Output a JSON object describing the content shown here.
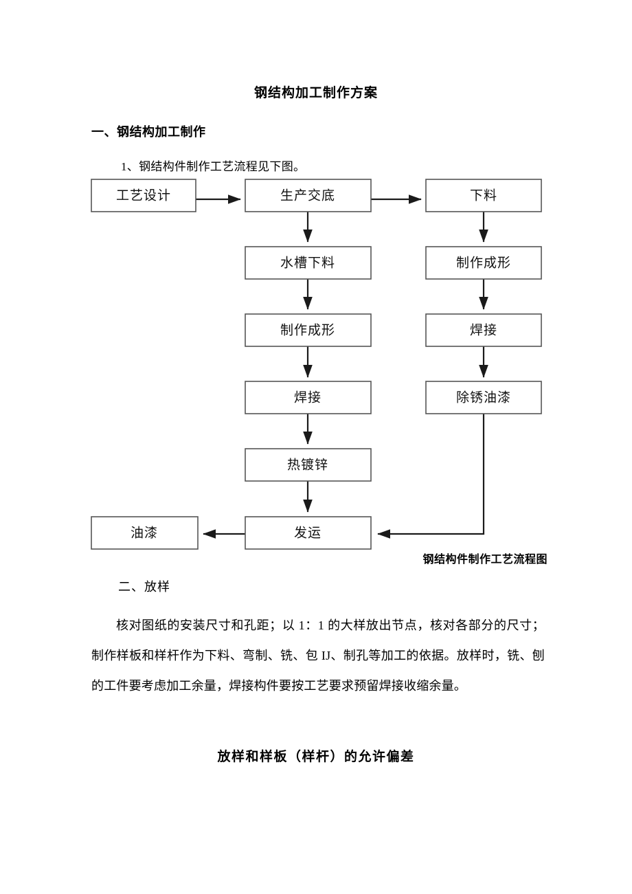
{
  "document": {
    "title": "钢结构加工制作方案",
    "section_one_heading": "一、钢结构加工制作",
    "section_one_sub": "1、钢结构件制作工艺流程见下图。",
    "flow_caption": "钢结构件制作工艺流程图",
    "section_two_heading": "二、放样",
    "section_two_paragraph": "核对图纸的安装尺寸和孔距；以 1：1 的大样放出节点，核对各部分的尺寸；制作样板和样杆作为下料、弯制、铣、包 IJ、制孔等加工的依据。放样时，铣、刨的工件要考虑加工余量，焊接构件要按工艺要求预留焊接收缩余量。",
    "bottom_heading": "放样和样板（样杆）的允许偏差"
  },
  "flowchart": {
    "nodes": [
      {
        "id": "n1",
        "label": "工艺设计"
      },
      {
        "id": "n2",
        "label": "生产交底"
      },
      {
        "id": "n3",
        "label": "下料"
      },
      {
        "id": "n4",
        "label": "水槽下料"
      },
      {
        "id": "n5",
        "label": "制作成形"
      },
      {
        "id": "n6",
        "label": "制作成形"
      },
      {
        "id": "n7",
        "label": "焊接"
      },
      {
        "id": "n8",
        "label": "焊接"
      },
      {
        "id": "n9",
        "label": "除锈油漆"
      },
      {
        "id": "n10",
        "label": "热镀锌"
      },
      {
        "id": "n11",
        "label": "发运"
      },
      {
        "id": "n12",
        "label": "油漆"
      }
    ],
    "edges": [
      {
        "from": "n1",
        "to": "n2"
      },
      {
        "from": "n2",
        "to": "n3"
      },
      {
        "from": "n2",
        "to": "n4"
      },
      {
        "from": "n3",
        "to": "n5"
      },
      {
        "from": "n4",
        "to": "n6"
      },
      {
        "from": "n5",
        "to": "n7"
      },
      {
        "from": "n6",
        "to": "n8"
      },
      {
        "from": "n7",
        "to": "n9"
      },
      {
        "from": "n8",
        "to": "n10"
      },
      {
        "from": "n10",
        "to": "n11"
      },
      {
        "from": "n9",
        "to": "n11"
      },
      {
        "from": "n11",
        "to": "n12"
      }
    ]
  }
}
